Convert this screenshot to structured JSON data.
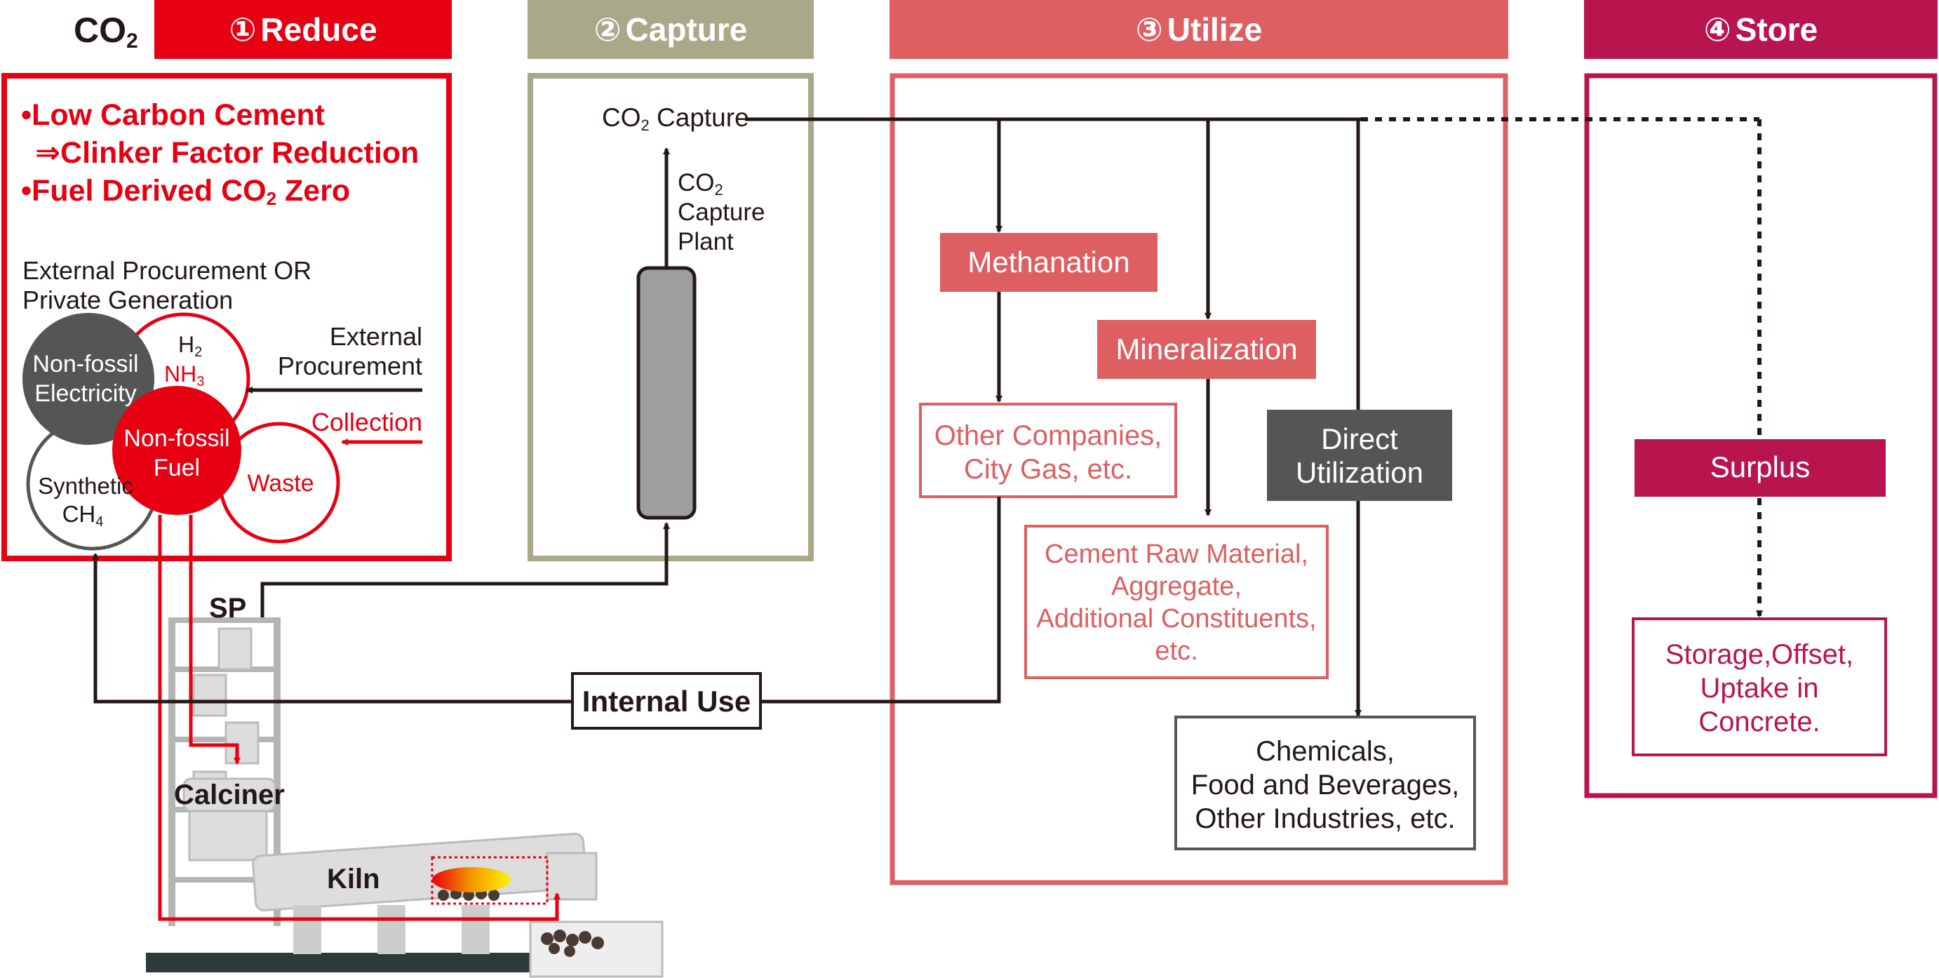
{
  "colors": {
    "reduce": "#e60012",
    "capture": "#a9a98a",
    "utilize": "#dd5f62",
    "store": "#b8154f",
    "dark": "#231815",
    "gray_box": "#555555",
    "light_gray": "#dddddd"
  },
  "header": {
    "co2_main": "CO",
    "co2_sub": "2",
    "reduce": {
      "num": "①",
      "label": "Reduce"
    },
    "capture": {
      "num": "②",
      "label": "Capture"
    },
    "utilize": {
      "num": "③",
      "label": "Utilize"
    },
    "store": {
      "num": "④",
      "label": "Store"
    }
  },
  "reduce": {
    "bullet1": "•Low Carbon Cement",
    "line2": "⇒Clinker Factor Reduction",
    "bullet3_pre": "•Fuel Derived CO",
    "bullet3_sub": "2",
    "bullet3_post": " Zero",
    "procurement_line1": "External Procurement OR",
    "procurement_line2": "Private Generation",
    "circle_electricity_l1": "Non-fossil",
    "circle_electricity_l2": "Electricity",
    "circle_h2": "H",
    "circle_h2_sub": "2",
    "circle_nh3": "NH",
    "circle_nh3_sub": "3",
    "circle_fuel_l1": "Non-fossil",
    "circle_fuel_l2": "Fuel",
    "circle_synthetic_l1": "Synthetic",
    "circle_synthetic_l2": "CH",
    "circle_synthetic_sub": "4",
    "circle_waste": "Waste",
    "external_l1": "External",
    "external_l2": "Procurement",
    "collection": "Collection"
  },
  "capture": {
    "co2_capture_pre": "CO",
    "co2_capture_sub": "2",
    "co2_capture_post": " Capture",
    "plant_l1": "CO",
    "plant_l1_sub": "2",
    "plant_l2": "Capture",
    "plant_l3": "Plant"
  },
  "plant": {
    "sp": "SP",
    "calciner": "Calciner",
    "kiln": "Kiln",
    "internal_use": "Internal Use"
  },
  "utilize": {
    "methanation": "Methanation",
    "mineralization": "Mineralization",
    "direct_l1": "Direct",
    "direct_l2": "Utilization",
    "other_l1": "Other Companies,",
    "other_l2": "City Gas, etc.",
    "cement_l1": "Cement Raw Material,",
    "cement_l2": "Aggregate,",
    "cement_l3": "Additional Constituents,",
    "cement_l4": "etc.",
    "chem_l1": "Chemicals,",
    "chem_l2": "Food and Beverages,",
    "chem_l3": "Other Industries, etc."
  },
  "store": {
    "surplus": "Surplus",
    "storage_l1": "Storage,Offset,",
    "storage_l2": "Uptake in",
    "storage_l3": "Concrete."
  }
}
